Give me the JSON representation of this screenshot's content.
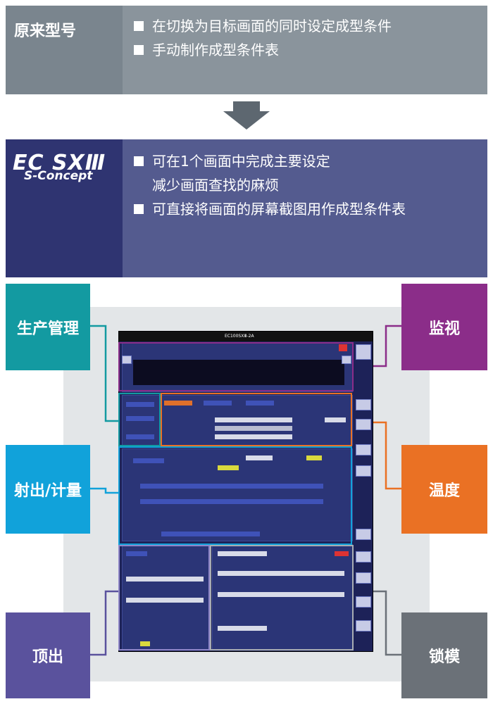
{
  "old": {
    "label": "原来型号",
    "items": [
      "在切换为目标画面的同时设定成型条件",
      "手动制作成型条件表"
    ]
  },
  "new": {
    "logo": "EC SXⅢ",
    "logo_sub": "S-Concept",
    "items": [
      "可在1个画面中完成主要设定",
      "减少画面查找的麻烦",
      "可直接将画面的屏幕截图用作成型条件表"
    ]
  },
  "tags": {
    "production": "生产管理",
    "monitor": "监视",
    "injection": "射出/计量",
    "temperature": "温度",
    "ejector": "顶出",
    "clamp": "锁模"
  },
  "screen": {
    "title": "EC100SXⅢ-2A"
  },
  "colors": {
    "old_bg": "#8a949c",
    "new_bg": "#545b8f",
    "production": "#139aa1",
    "monitor": "#8b2d89",
    "injection": "#11a2da",
    "temperature": "#ea7124",
    "ejector": "#5a529d",
    "clamp": "#6b7178"
  }
}
